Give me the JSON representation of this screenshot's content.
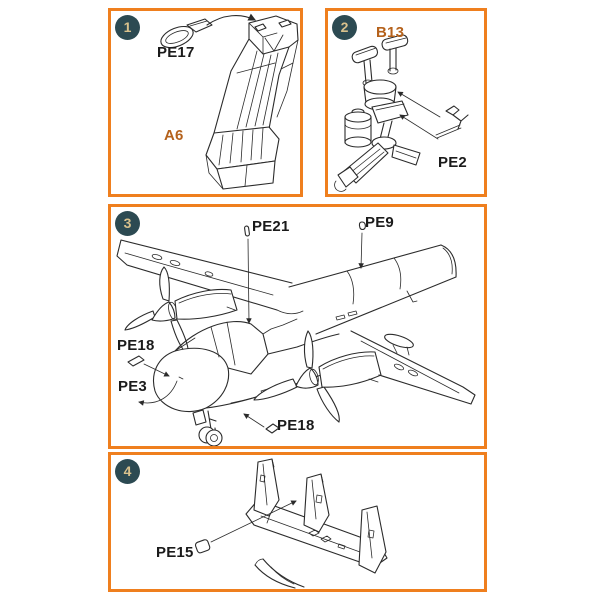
{
  "colors": {
    "background": "#ffffff",
    "panel_border": "#EF7F1E",
    "badge_bg": "#2C4A52",
    "badge_text": "#D9C18C",
    "label": "#1b1b1b",
    "part_ref": "#B5621C",
    "line_art": "#2b2b2b"
  },
  "panels": [
    {
      "number": "1",
      "drawing": "ejection-seat",
      "labels": [
        {
          "text": "PE17",
          "kind": "pe-part"
        },
        {
          "text": "A6",
          "kind": "kit-part"
        }
      ]
    },
    {
      "number": "2",
      "drawing": "control-column",
      "labels": [
        {
          "text": "B13",
          "kind": "kit-part"
        },
        {
          "text": "PE2",
          "kind": "pe-part"
        }
      ]
    },
    {
      "number": "3",
      "drawing": "aircraft-fuselage",
      "labels": [
        {
          "text": "PE21",
          "kind": "pe-part"
        },
        {
          "text": "PE9",
          "kind": "pe-part"
        },
        {
          "text": "PE18",
          "kind": "pe-part"
        },
        {
          "text": "PE3",
          "kind": "pe-part"
        },
        {
          "text": "PE18",
          "kind": "pe-part"
        }
      ]
    },
    {
      "number": "4",
      "drawing": "tail-assembly",
      "labels": [
        {
          "text": "PE15",
          "kind": "pe-part"
        }
      ]
    }
  ]
}
